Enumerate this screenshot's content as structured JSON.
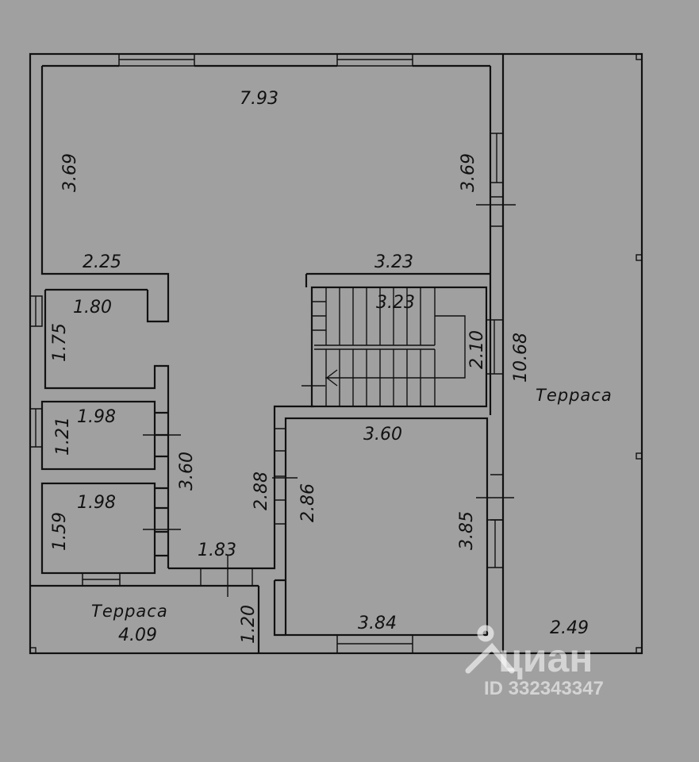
{
  "plan": {
    "dimensions": {
      "living_width": "7.93",
      "living_left_height": "3.69",
      "living_right_height": "3.69",
      "living_bottom_left": "2.25",
      "living_bottom_right": "3.23",
      "stair_width": "3.23",
      "stair_height": "2.10",
      "room1_width": "1.80",
      "room1_height": "1.75",
      "room2_width": "1.98",
      "room2_height": "1.21",
      "room3_width": "1.98",
      "room3_height": "1.59",
      "corridor_height": "3.60",
      "corridor_width": "1.83",
      "hall_left": "2.88",
      "bedroom_left": "2.86",
      "bedroom_top": "3.60",
      "bedroom_right": "3.85",
      "bedroom_bottom": "3.84",
      "terrace_bottom_width": "4.09",
      "terrace_bottom_depth": "1.20",
      "terrace_right_length": "10.68",
      "terrace_right_width": "2.49"
    },
    "labels": {
      "terrace_right": "Терраса",
      "terrace_bottom": "Терраса"
    }
  },
  "watermark": {
    "brand": "циан",
    "id_text": "ID 332343347"
  }
}
